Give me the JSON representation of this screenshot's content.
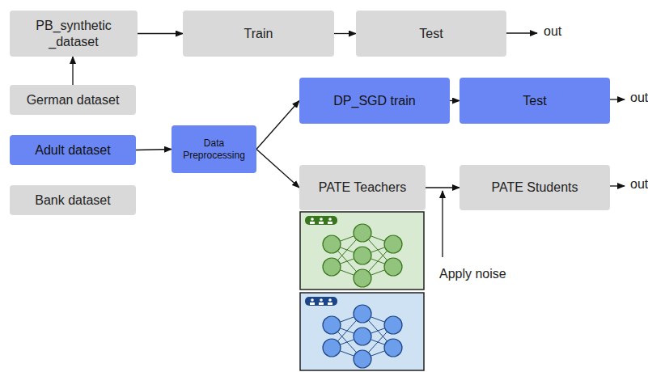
{
  "diagram": {
    "nodes": [
      {
        "text": [
          "PB_synthetic _dataset"
        ]
      },
      {
        "text": [
          "Train"
        ]
      },
      {
        "text": [
          "Test"
        ]
      },
      {
        "text": [
          "German dataset"
        ]
      },
      {
        "text": [
          "Adult dataset"
        ]
      },
      {
        "text": [
          "Data Preprocessing"
        ]
      },
      {
        "text": [
          "DP_SGD train"
        ]
      },
      {
        "text": [
          "Test"
        ]
      },
      {
        "text": [
          "Bank dataset"
        ]
      },
      {
        "text": [
          "PATE Teachers"
        ]
      },
      {
        "text": [
          "PATE Students"
        ]
      }
    ],
    "edges": [
      {
        "from": 0,
        "to": 1,
        "arrow": "to"
      },
      {
        "from": 1,
        "to": 2,
        "arrow": "to"
      },
      {
        "from": 3,
        "to": 0,
        "arrow": "to"
      },
      {
        "from": 4,
        "to": 5,
        "arrow": "to"
      },
      {
        "from": 5,
        "to": 6,
        "arrow": "to"
      },
      {
        "from": 6,
        "to": 7,
        "arrow": "to"
      },
      {
        "from": 5,
        "to": 9,
        "arrow": "to"
      },
      {
        "from": 9,
        "to": 10,
        "arrow": "to"
      }
    ],
    "labels": [
      "out",
      "out",
      "out",
      "Apply noise"
    ]
  }
}
